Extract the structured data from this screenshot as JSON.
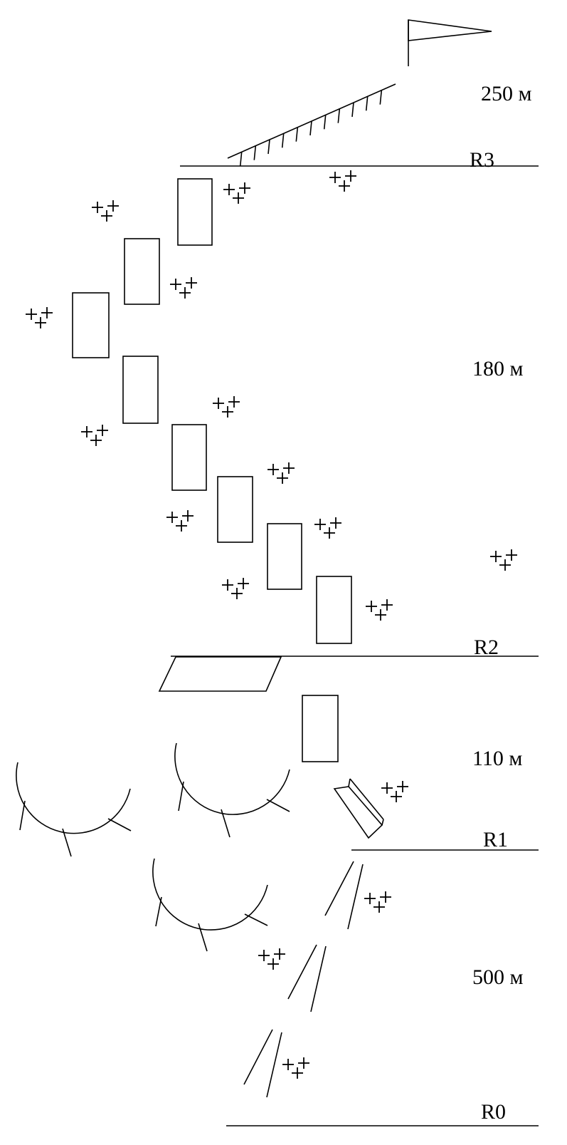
{
  "flag_icon": "flag-icon",
  "distances": {
    "d250": "250 м",
    "d180": "180 м",
    "d110": "110 м",
    "d500": "500 м"
  },
  "lines": {
    "r3": "R3",
    "r2": "R2",
    "r1": "R1",
    "r0": "R0"
  },
  "icons": {
    "rectangle": "rectangle-obstacle-icon",
    "trees": "tree-cluster-icon",
    "arc": "arc-obstacle-icon",
    "slope": "hatched-slope-icon",
    "ramp": "ramp-icon",
    "parallelogram": "parallelogram-pad-icon"
  }
}
